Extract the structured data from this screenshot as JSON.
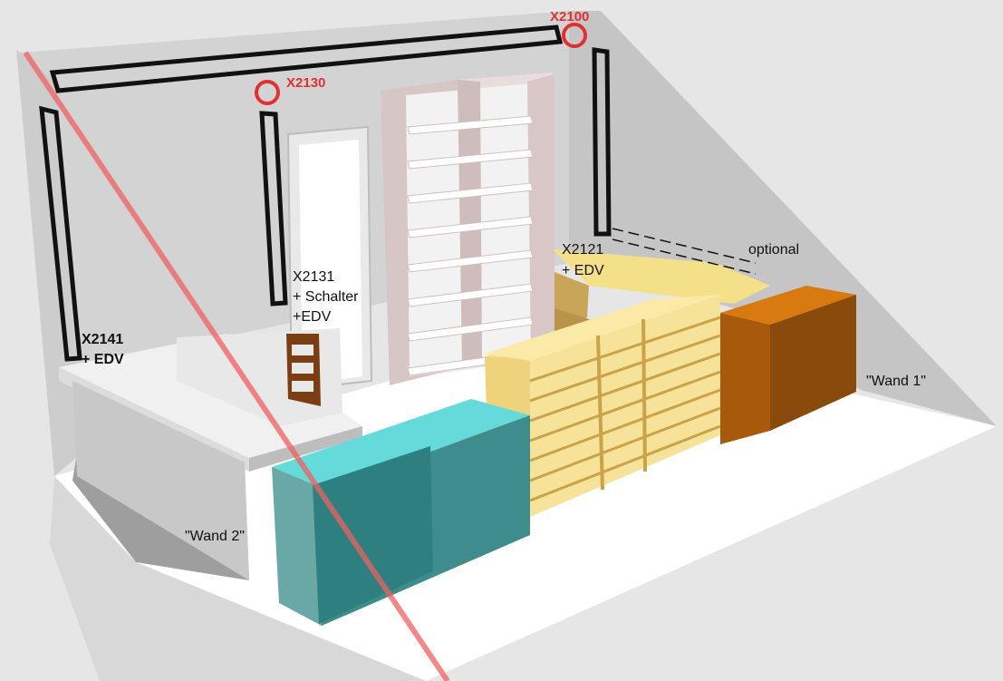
{
  "labels": {
    "x2100": "X2100",
    "x2130": "X2130",
    "x2121_line1": "X2121",
    "x2121_line2": "+ EDV",
    "optional": "optional",
    "x2131_line1": "X2131",
    "x2131_line2": "+ Schalter",
    "x2131_line3": "+EDV",
    "x2141_line1": "X2141",
    "x2141_line2": "+ EDV",
    "wand1": "\"Wand 1\"",
    "wand2": "\"Wand 2\""
  },
  "colors": {
    "marker_red": "#e03030",
    "cut_line": "#f06060",
    "desk_yellow": "#f5e08a",
    "shelf_yellow": "#f7e29a",
    "cabinet_orange": "#d97a10",
    "cabinet_brown": "#8a4a0c",
    "cabinet_cyan": "#5fd6d6",
    "cabinet_teal": "#3a8a8a",
    "chair_brown": "#7a3e12",
    "bookshelf_pink": "#d9c8c8"
  },
  "icons": [
    "socket-circle-marker",
    "wall-duct-outline"
  ]
}
